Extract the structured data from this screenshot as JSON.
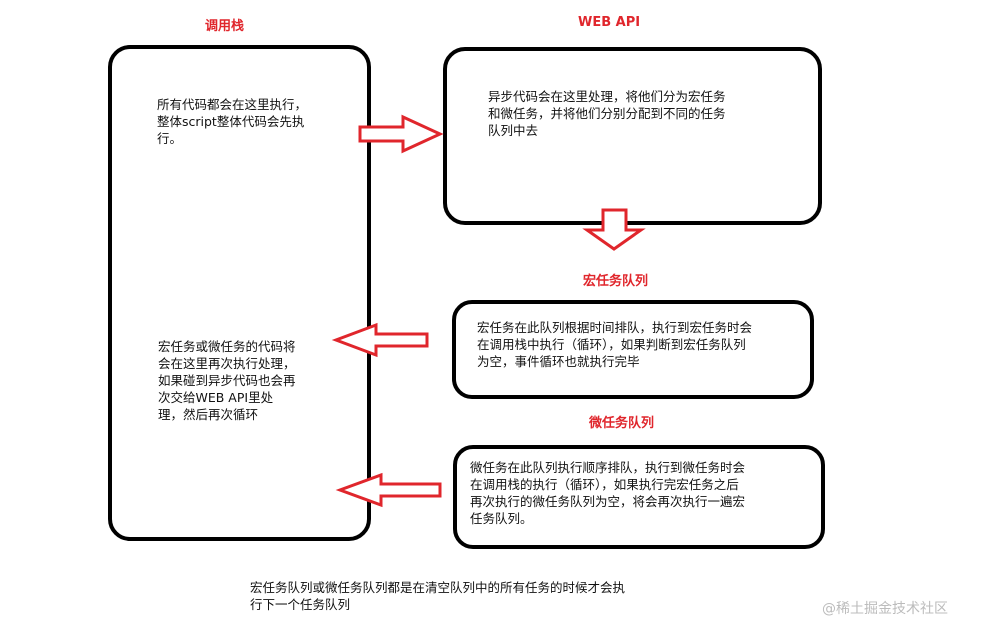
{
  "titles": {
    "call_stack": "调用栈",
    "web_api": "WEB API",
    "macro_queue": "宏任务队列",
    "micro_queue": "微任务队列"
  },
  "call_stack": {
    "top_text": "所有代码都会在这里执行，\n整体script整体代码会先执\n行。",
    "middle_text": "宏任务或微任务的代码将\n会在这里再次执行处理，\n如果碰到异步代码也会再\n次交给WEB API里处\n理，然后再次循环"
  },
  "web_api": {
    "text": "异步代码会在这里处理，将他们分为宏任务\n和微任务，并将他们分别分配到不同的任务\n队列中去"
  },
  "macro_queue": {
    "text": "宏任务在此队列根据时间排队，执行到宏任务时会\n在调用栈中执行（循环），如果判断到宏任务队列\n为空，事件循环也就执行完毕"
  },
  "micro_queue": {
    "text": "微任务在此队列执行顺序排队，执行到微任务时会\n在调用栈的执行（循环），如果执行完宏任务之后\n再次执行的微任务队列为空，将会再次执行一遍宏\n任务队列。"
  },
  "footer_note": "宏任务队列或微任务队列都是在清空队列中的所有任务的时候才会执\n行下一个任务队列",
  "watermark": "@稀土掘金技术社区",
  "colors": {
    "title_red": "#e0262c",
    "arrow_red": "#e0262c",
    "border": "#000000"
  }
}
